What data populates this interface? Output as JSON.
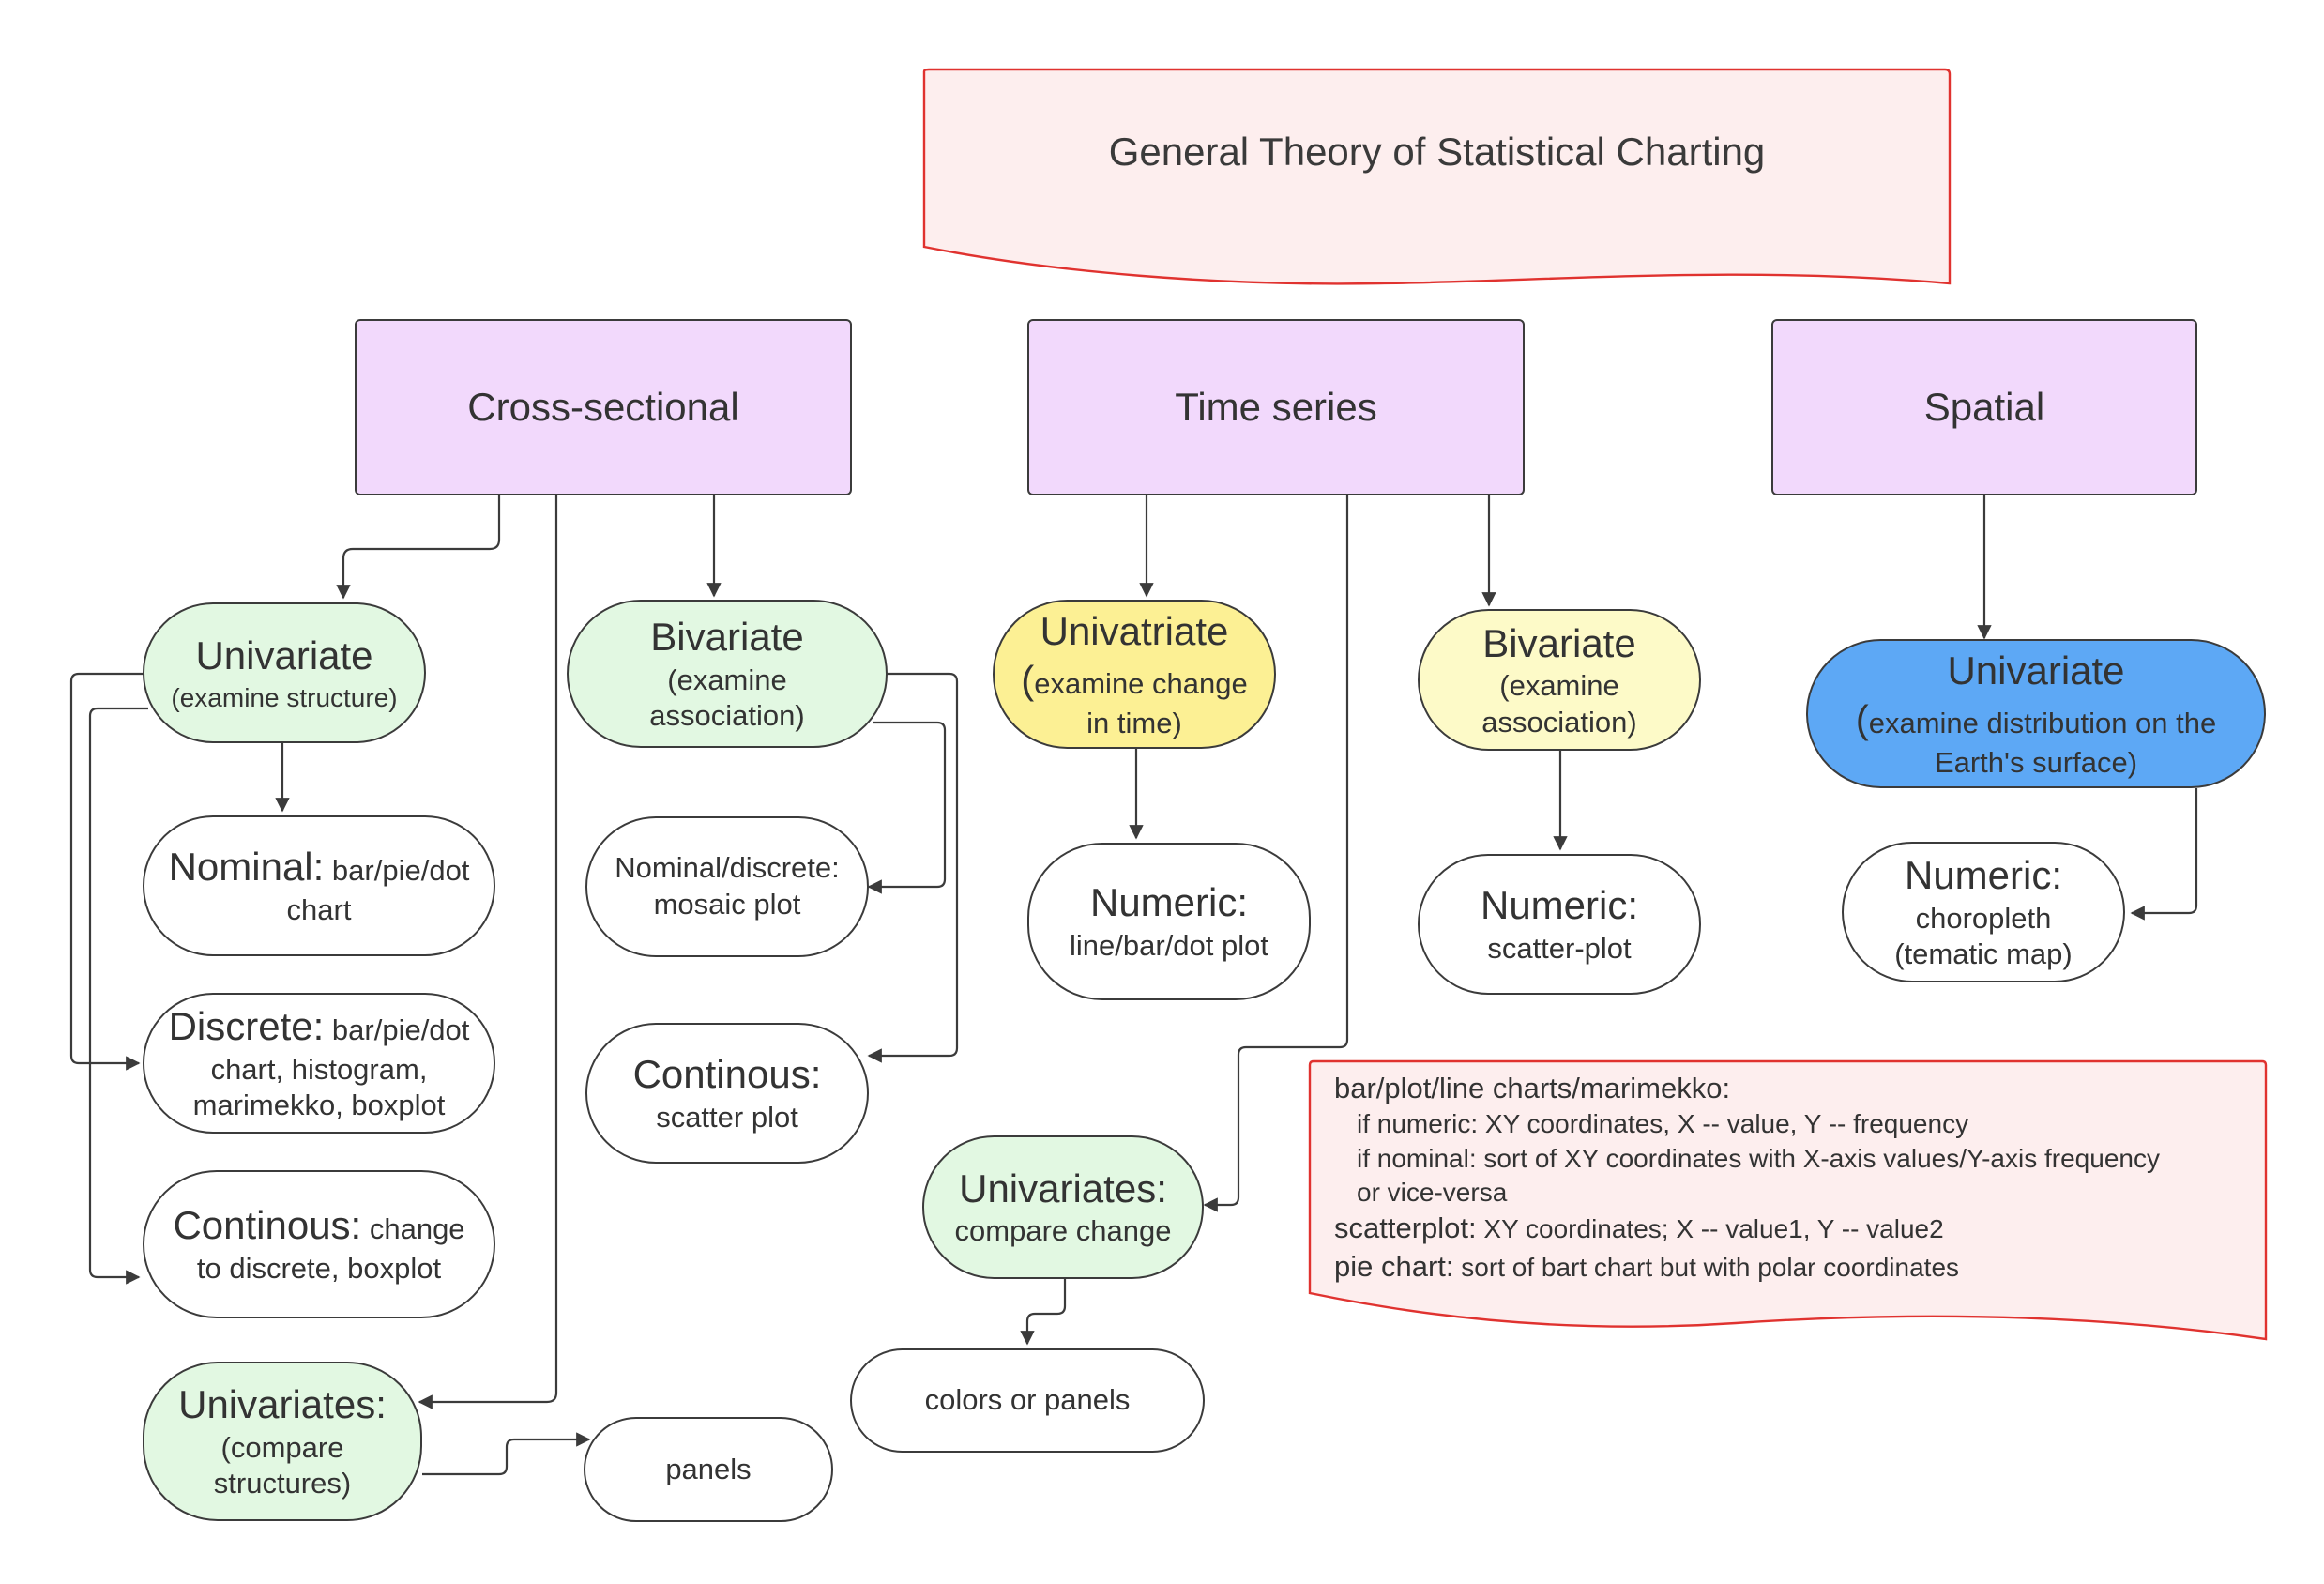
{
  "title": "General Theory of Statistical Charting",
  "categories": {
    "cross_sectional": "Cross-sectional",
    "time_series": "Time series",
    "spatial": "Spatial"
  },
  "cross_sectional": {
    "univariate": {
      "title": "Univariate",
      "sub": "(examine structure)"
    },
    "bivariate": {
      "title": "Bivariate",
      "sub": "(examine association)"
    },
    "nominal": {
      "head": "Nominal:",
      "rest1": " bar/pie/dot",
      "rest2": "chart"
    },
    "discrete": {
      "head": "Discrete:",
      "rest1": " bar/pie/dot",
      "rest2": "chart, histogram,",
      "rest3": "marimekko, boxplot"
    },
    "continuous": {
      "head": "Continous:",
      "rest1": " change",
      "rest2": "to discrete, boxplot"
    },
    "nominal_discrete": {
      "line1": "Nominal/discrete:",
      "line2": "mosaic plot"
    },
    "continuous_bi": {
      "head": "Continous:",
      "line2": "scatter plot"
    },
    "univariates": {
      "title": "Univariates:",
      "line2": "(compare",
      "line3": "structures)"
    },
    "panels": "panels"
  },
  "time_series": {
    "univariate": {
      "title": "Univatriate",
      "paren": "(",
      "line2": "examine change",
      "line3": "in time)"
    },
    "bivariate": {
      "title": "Bivariate",
      "line2": "(examine",
      "line3": "association)"
    },
    "numeric_uni": {
      "head": "Numeric:",
      "line2": "line/bar/dot plot"
    },
    "numeric_bi": {
      "head": "Numeric:",
      "line2": "scatter-plot"
    },
    "univariates": {
      "title": "Univariates:",
      "line2": "compare change"
    },
    "colors_panels": "colors or panels"
  },
  "spatial": {
    "univariate": {
      "title": "Univariate",
      "paren": "(",
      "line2": "examine distribution on the",
      "line3": "Earth's surface)"
    },
    "numeric": {
      "head": "Numeric:",
      "line2": "choropleth",
      "line3": "(tematic map)"
    }
  },
  "note": {
    "lines": [
      {
        "head": "bar/plot/line charts/marimekko:",
        "text": ""
      },
      {
        "head": "",
        "text": "if numeric: XY coordinates, X -- value, Y -- frequency"
      },
      {
        "head": "",
        "text": "if nominal: sort of XY coordinates with X-axis values/Y-axis frequency"
      },
      {
        "head": "",
        "text": "or vice-versa"
      },
      {
        "head": "scatterplot:",
        "text": " XY coordinates; X -- value1, Y -- value2"
      },
      {
        "head": "pie chart:",
        "text": " sort of bart chart but with polar coordinates"
      }
    ]
  },
  "colors": {
    "category": "#f2d9fc",
    "green": "#e2f8e2",
    "yellow_strong": "#fcf094",
    "yellow_light": "#fdfac8",
    "blue": "#5da8f5",
    "note_fill": "#fdeeee",
    "note_border": "#e0322f",
    "line": "#3b3b3b"
  }
}
